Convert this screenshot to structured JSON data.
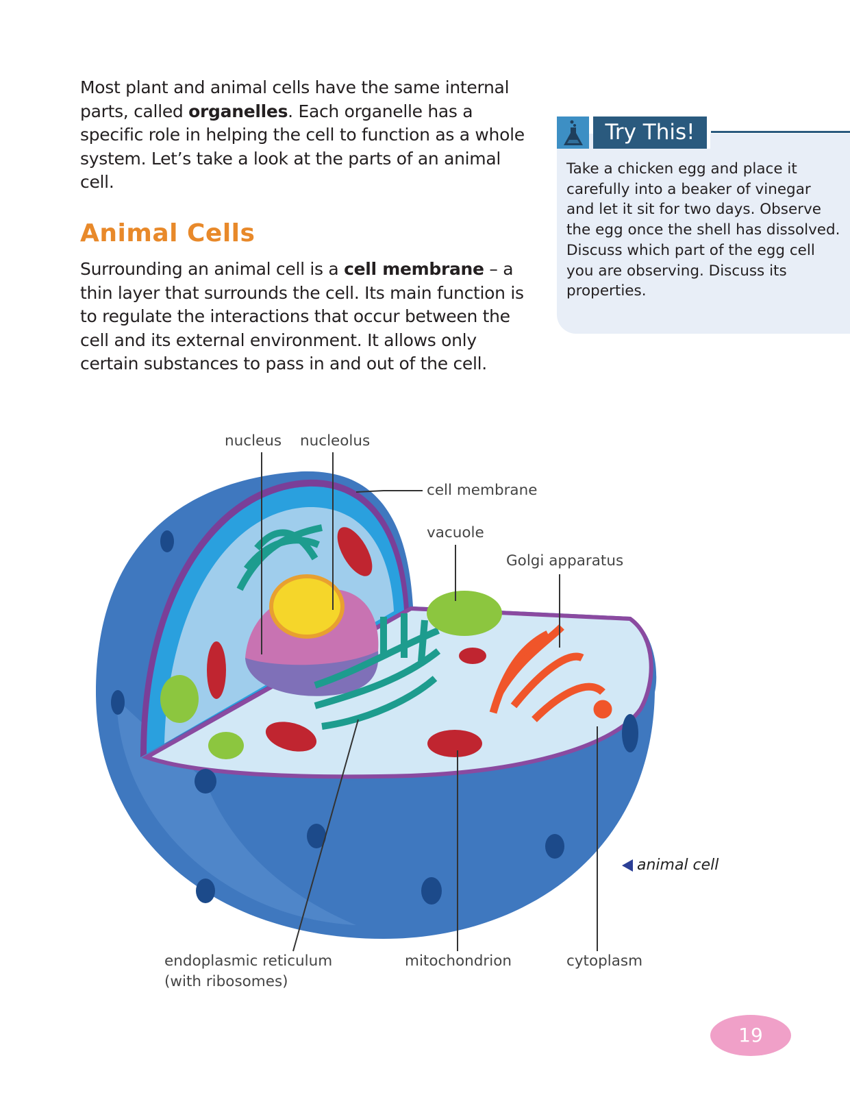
{
  "intro": {
    "before": "Most plant and animal cells have the same internal parts, called ",
    "bold": "organelles",
    "after": ". Each organelle has a specific role in helping the cell to function as a whole system. Let’s take a look at the parts of an animal cell."
  },
  "heading": "Animal Cells",
  "membrane_paragraph": {
    "before": "Surrounding an animal cell is a ",
    "bold": "cell membrane",
    "after": " – a thin layer that surrounds the cell. Its main function is to regulate the interactions that occur between the cell and its external environment. It allows only certain substances to pass in and out of the cell."
  },
  "try_this": {
    "title": "Try This!",
    "icon": "flask-icon",
    "text": "Take a chicken egg and place it carefully into a beaker of vinegar and let it sit for two days. Observe the egg once the shell has dissolved. Discuss which part of the egg cell you are observing. Discuss its properties."
  },
  "diagram": {
    "caption": "animal cell",
    "labels": {
      "nucleus": "nucleus",
      "nucleolus": "nucleolus",
      "cell_membrane": "cell membrane",
      "vacuole": "vacuole",
      "golgi": "Golgi apparatus",
      "er_line1": "endoplasmic reticulum",
      "er_line2": "(with ribosomes)",
      "mitochondrion": "mitochondrion",
      "cytoplasm": "cytoplasm"
    }
  },
  "page_number": "19",
  "colors": {
    "heading": "#e8892a",
    "try_title_bg": "#2a5a7e",
    "try_icon_bg": "#3d8fc4",
    "try_panel_bg": "#e8eef7",
    "page_badge": "#f0a0c8"
  }
}
